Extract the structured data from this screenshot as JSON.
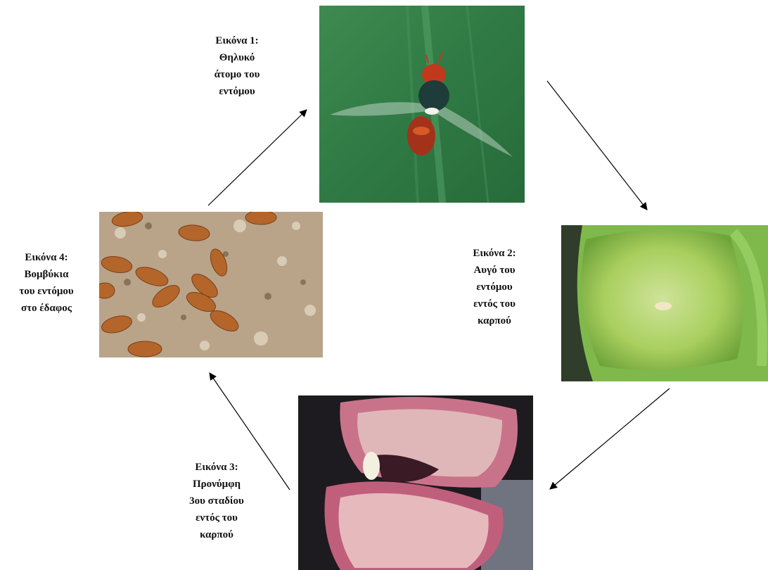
{
  "captions": {
    "c1": [
      "Εικόνα 1:",
      "Θηλυκό",
      "άτομο του",
      "εντόμου"
    ],
    "c2": [
      "Εικόνα 2:",
      "Αυγό του",
      "εντόμου",
      "εντός του",
      "καρπού"
    ],
    "c3": [
      "Εικόνα 3:",
      "Προνύμφη",
      "3ου σταδίου",
      "εντός του",
      "καρπού"
    ],
    "c4": [
      "Εικόνα 4:",
      "Βομβύκια",
      "του εντόμου",
      "στο έδαφος"
    ]
  },
  "images": {
    "img1": "fly-photo",
    "img2": "egg-in-fruit-photo",
    "img3": "larva-in-fruit-photo",
    "img4": "pupae-on-soil-photo"
  }
}
